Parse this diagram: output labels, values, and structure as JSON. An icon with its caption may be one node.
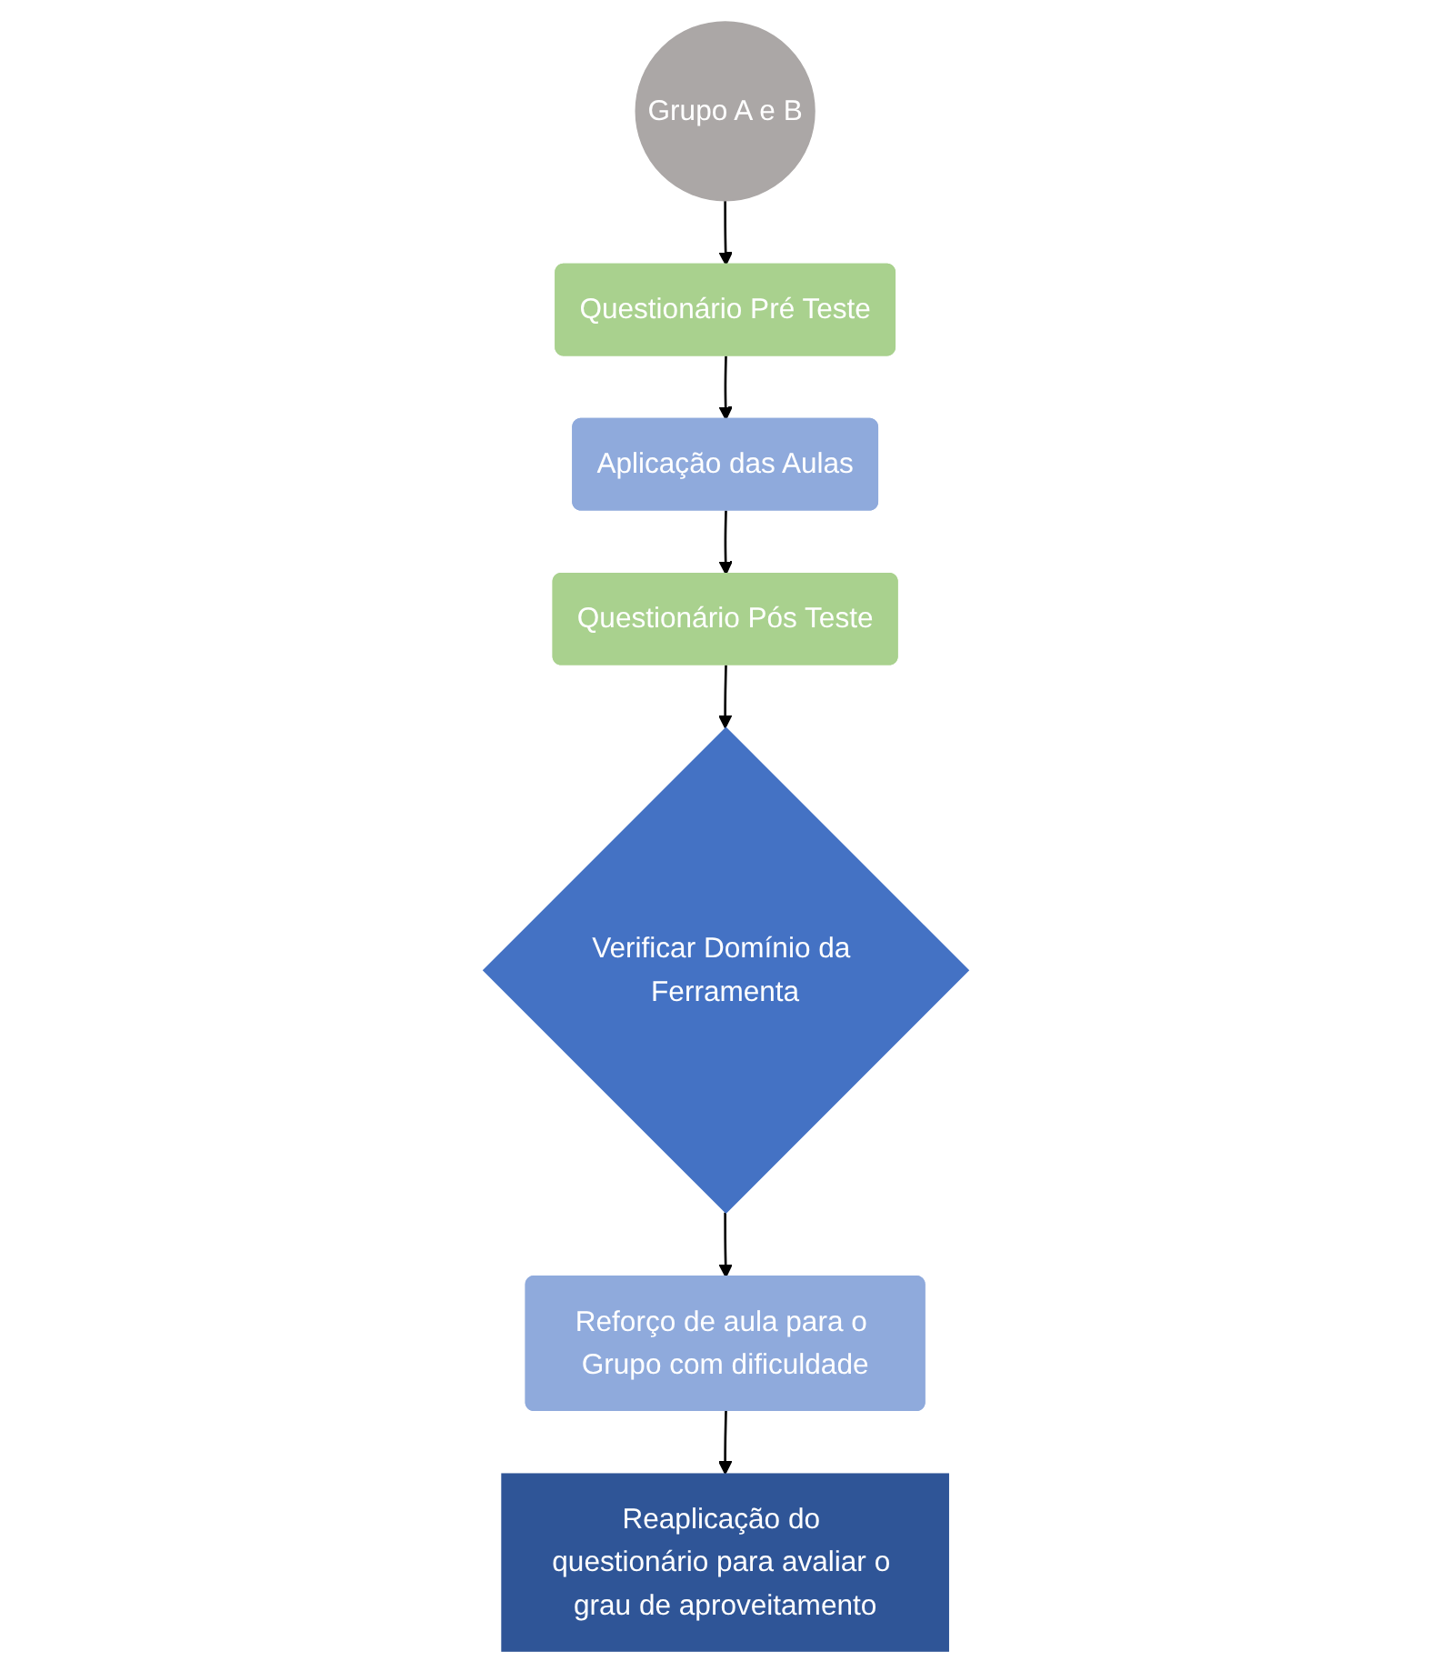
{
  "diagram": {
    "nodes": [
      {
        "text": [
          "Grupo A e B"
        ]
      },
      {
        "text": [
          "Questionário Pré Teste"
        ]
      },
      {
        "text": [
          "Aplicação das Aulas"
        ]
      },
      {
        "text": [
          "Questionário Pós Teste"
        ]
      },
      {
        "text": [
          "Verificar Domínio da Ferramenta"
        ]
      },
      {
        "text": [
          "Reforço de aula para o Grupo com dificuldade"
        ]
      },
      {
        "text": [
          "Reaplicação do questionário para avaliar o grau de aproveitamento"
        ]
      }
    ],
    "edges": [
      {
        "from": 0,
        "to": 1,
        "arrow": "to"
      },
      {
        "from": 1,
        "to": 2,
        "arrow": "to"
      },
      {
        "from": 2,
        "to": 3,
        "arrow": "to"
      },
      {
        "from": 3,
        "to": 4,
        "arrow": "to"
      },
      {
        "from": 4,
        "to": 5,
        "arrow": "to"
      },
      {
        "from": 5,
        "to": 6,
        "arrow": "to"
      }
    ]
  }
}
